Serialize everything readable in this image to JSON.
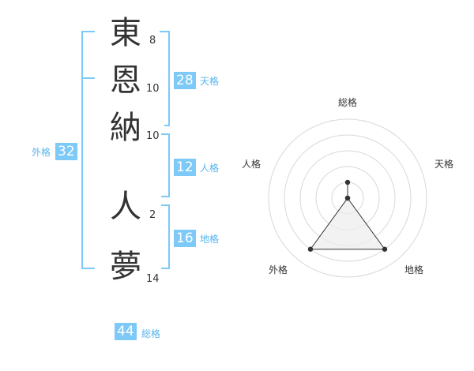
{
  "name": {
    "characters": [
      {
        "char": "東",
        "strokes": "8"
      },
      {
        "char": "恩",
        "strokes": "10"
      },
      {
        "char": "納",
        "strokes": "10"
      },
      {
        "char": "人",
        "strokes": "2"
      },
      {
        "char": "夢",
        "strokes": "14"
      }
    ]
  },
  "fortune": {
    "tenkaku": {
      "value": "28",
      "label": "天格"
    },
    "jinkaku": {
      "value": "12",
      "label": "人格"
    },
    "chikaku": {
      "value": "16",
      "label": "地格"
    },
    "gaikaku": {
      "value": "32",
      "label": "外格"
    },
    "soukaku": {
      "value": "44",
      "label": "総格"
    }
  },
  "colors": {
    "accent": "#7dc9f7",
    "label_text": "#56b5f0",
    "bracket": "#7dc9f7",
    "text": "#333333",
    "grid": "#d8d8d8",
    "fill": "#ececec"
  },
  "chart_data": {
    "type": "radar",
    "axes": [
      "総格",
      "天格",
      "地格",
      "外格",
      "人格"
    ],
    "series": [
      {
        "values": [
          1,
          0,
          4,
          4,
          0
        ]
      }
    ],
    "range": [
      0,
      5
    ],
    "rings": 5,
    "grid": true
  }
}
